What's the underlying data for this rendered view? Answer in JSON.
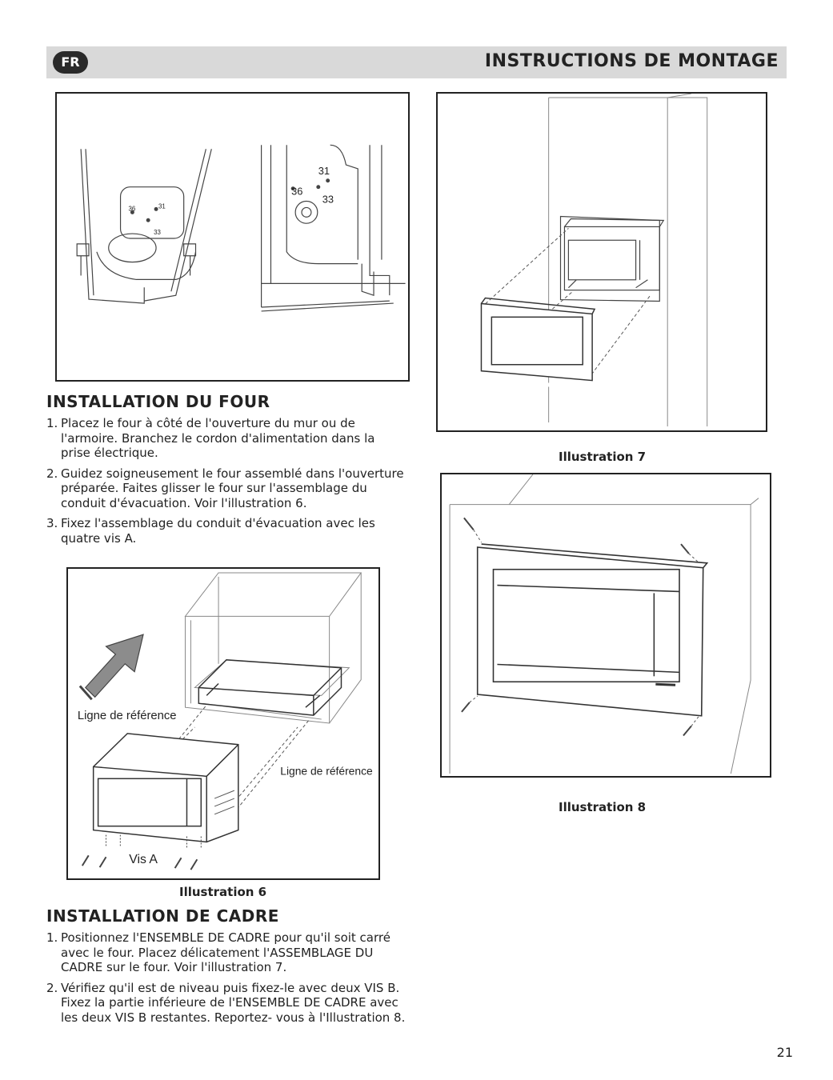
{
  "header": {
    "lang_badge": "FR",
    "title": "INSTRUCTIONS DE MONTAGE"
  },
  "figure_top_left": {
    "labels": [
      "36",
      "31",
      "33"
    ]
  },
  "section_four": {
    "heading": "INSTALLATION DU FOUR",
    "steps": [
      {
        "num": "1.",
        "text": "Placez le four à côté de l'ouverture du mur ou de l'armoire. Branchez le cordon d'alimentation dans la prise électrique."
      },
      {
        "num": "2.",
        "text": "Guidez soigneusement le four assemblé dans l'ouverture préparée. Faites glisser le four sur l'assemblage du conduit d'évacuation. Voir l'illustration 6."
      },
      {
        "num": "3.",
        "text": "Fixez l'assemblage du conduit d'évacuation avec les quatre vis A."
      }
    ]
  },
  "illustration6": {
    "caption": "Illustration 6",
    "label_ref_left": "Ligne de référence",
    "label_ref_right": "Ligne de référence",
    "label_screws": "Vis A"
  },
  "section_cadre": {
    "heading": "INSTALLATION DE CADRE",
    "steps": [
      {
        "num": "1.",
        "text": "Positionnez l'ENSEMBLE DE CADRE pour qu'il soit carré avec le four. Placez délicatement l'ASSEMBLAGE DU CADRE sur le four. Voir l'illustration 7."
      },
      {
        "num": "2.",
        "text": "Vérifiez qu'il est de niveau puis fixez-le avec deux VIS B. Fixez la partie inférieure de l'ENSEMBLE DE CADRE avec les deux VIS B restantes. Reportez- vous à l'Illustration 8."
      }
    ]
  },
  "illustration7": {
    "caption": "Illustration 7"
  },
  "illustration8": {
    "caption": "Illustration 8"
  },
  "page_number": "21"
}
